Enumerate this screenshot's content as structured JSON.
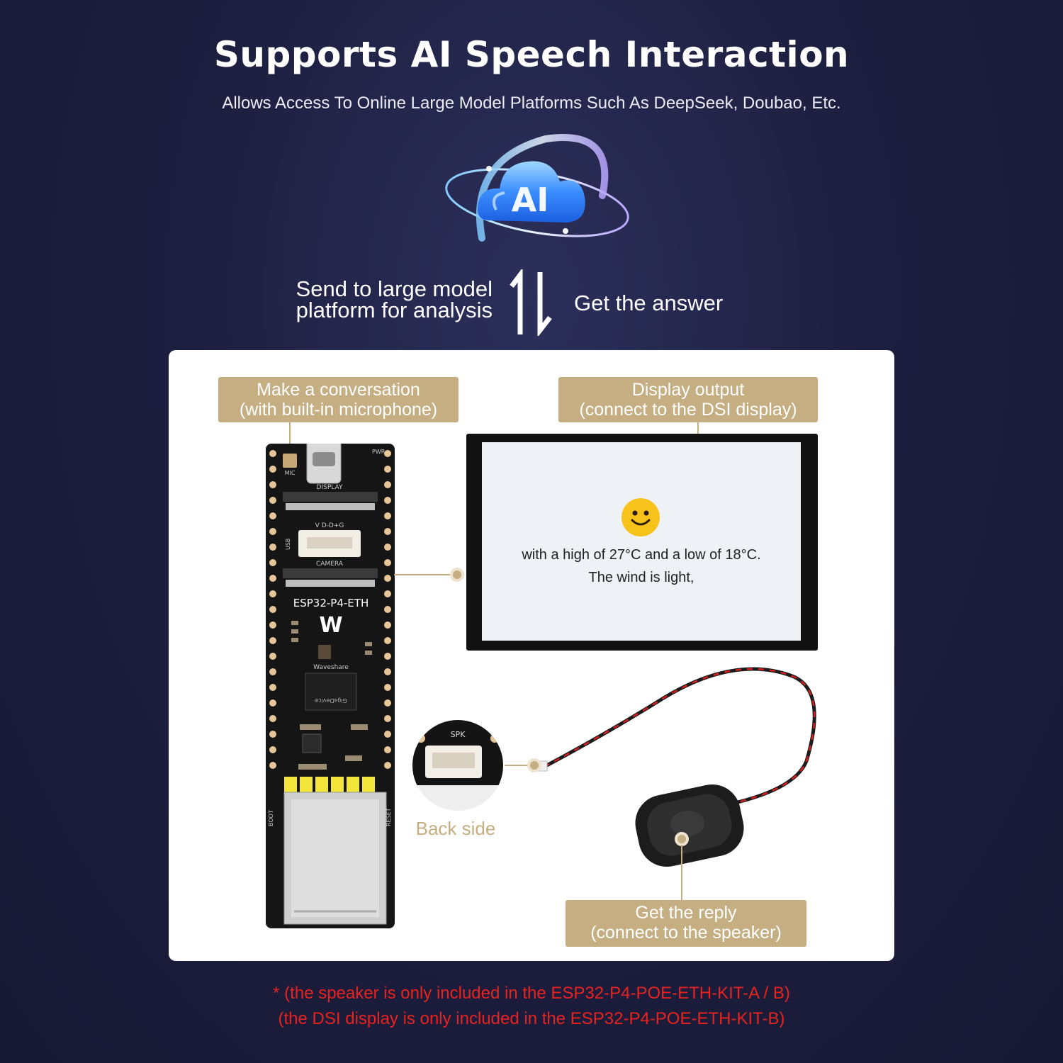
{
  "header": {
    "title": "Supports AI Speech Interaction",
    "subtitle": "Allows Access To Online Large Model Platforms Such As DeepSeek, Doubao, Etc."
  },
  "ai_graphic": {
    "label": "AI",
    "icon": "ai-cloud-orbit-icon"
  },
  "flow": {
    "send_line1": "Send to large model",
    "send_line2": "platform for analysis",
    "answer": "Get the answer",
    "icon": "up-down-arrows-icon"
  },
  "callouts": {
    "conversation_line1": "Make a conversation",
    "conversation_line2": "(with built-in microphone)",
    "display_line1": "Display output",
    "display_line2": "(connect to the DSI display)",
    "reply_line1": "Get the reply",
    "reply_line2": "(connect to the speaker)"
  },
  "board": {
    "name": "ESP32-P4-ETH",
    "brand": "Waveshare",
    "display_label": "DISPLAY",
    "camera_label": "CAMERA",
    "vdg_label": "V D-D+G",
    "usb_label": "USB",
    "mic_label": "MIC",
    "pwr_label": "PWR",
    "boot_label": "BOOT",
    "reset_label": "RESET",
    "chip_label": "GigaDevice"
  },
  "screen": {
    "line1": "with a high of 27°C and a low of 18°C.",
    "line2": "The wind is light,",
    "icon": "smiley-face-icon"
  },
  "backside": {
    "label": "Back side",
    "connector_label": "SPK"
  },
  "footnotes": {
    "line1": "* (the speaker is only included in the ESP32-P4-POE-ETH-KIT-A / B)",
    "line2": "(the DSI display is only included in the ESP32-P4-POE-ETH-KIT-B)"
  },
  "colors": {
    "background": "#1d1f40",
    "accent_gold": "#c6ae83",
    "footnote_red": "#e8231f",
    "panel": "#ffffff"
  }
}
